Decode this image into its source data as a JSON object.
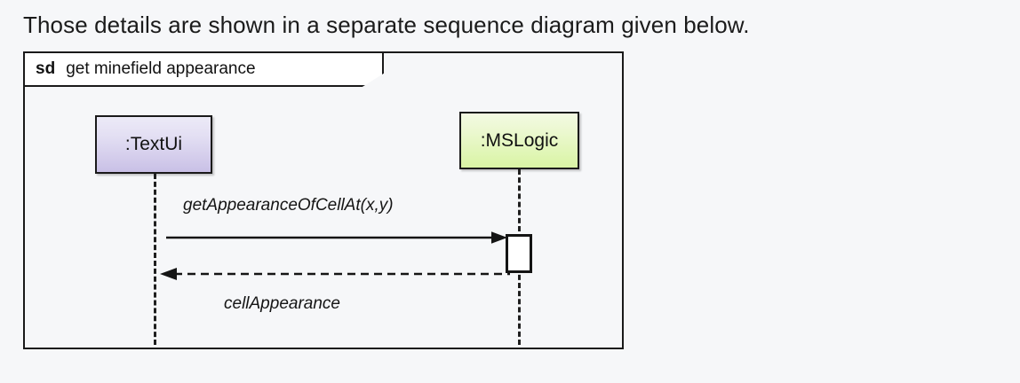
{
  "caption": {
    "text": "Those details are shown in a separate sequence diagram given below."
  },
  "frame": {
    "keyword": "sd",
    "name": "get minefield appearance"
  },
  "lifelines": [
    {
      "id": "textui",
      "label": ":TextUi",
      "fill_top": "#eceaf7",
      "fill_bottom": "#c9c0e6",
      "border": "#1a1a1a"
    },
    {
      "id": "mslogic",
      "label": ":MSLogic",
      "fill_top": "#f3fae2",
      "fill_bottom": "#d9f4a4",
      "border": "#1a1a1a"
    }
  ],
  "messages": [
    {
      "id": "call",
      "label": "getAppearanceOfCellAt(x,y)",
      "from": ":TextUi",
      "to": ":MSLogic",
      "style": "solid",
      "arrowhead": "filled-triangle",
      "direction": "right"
    },
    {
      "id": "return",
      "label": "cellAppearance",
      "from": ":MSLogic",
      "to": ":TextUi",
      "style": "dashed",
      "arrowhead": "filled-triangle",
      "direction": "left"
    }
  ],
  "activation": {
    "on": ":MSLogic",
    "fill": "#ffffff",
    "border": "#141414"
  },
  "colors": {
    "background": "#f6f7f9",
    "stroke": "#1a1a1a",
    "text": "#111111"
  }
}
